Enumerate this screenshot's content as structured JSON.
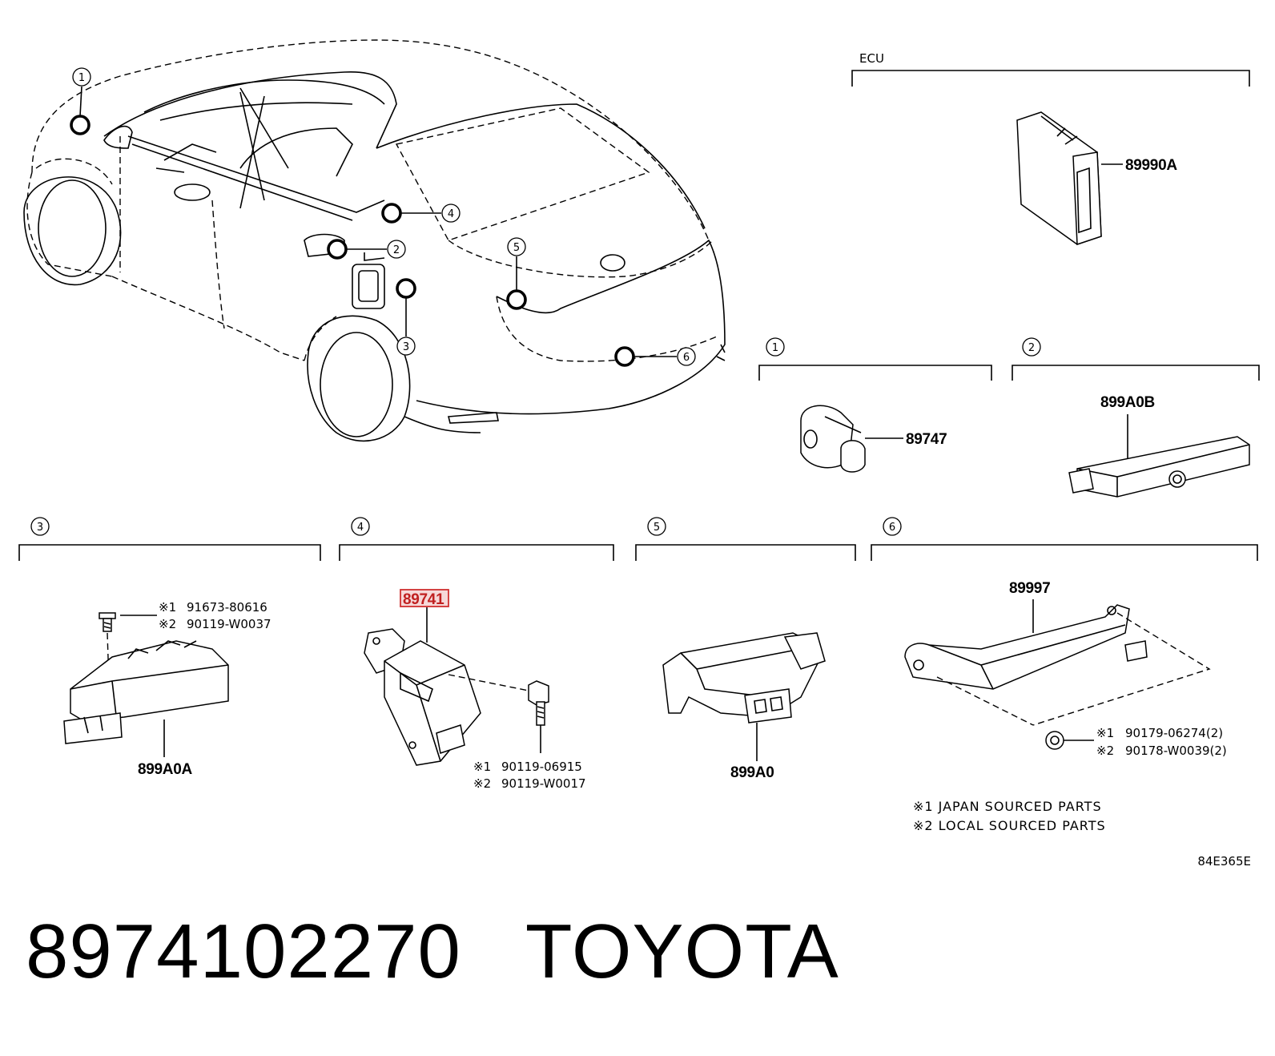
{
  "diagram": {
    "ecu_label": "ECU",
    "diagram_code": "84E365E",
    "callouts": [
      "1",
      "2",
      "3",
      "4",
      "5",
      "6"
    ],
    "sections": [
      {
        "id": "1",
        "part": "89747"
      },
      {
        "id": "2",
        "part": "899A0B"
      },
      {
        "id": "3",
        "part": "899A0A",
        "fastener_1": "91673-80616",
        "fastener_2": "90119-W0037"
      },
      {
        "id": "4",
        "part": "89741",
        "fastener_1": "90119-06915",
        "fastener_2": "90119-W0017"
      },
      {
        "id": "5",
        "part": "899A0"
      },
      {
        "id": "6",
        "part": "89997",
        "fastener_1": "90179-06274(2)",
        "fastener_2": "90178-W0039(2)"
      }
    ],
    "ecu_part": "89990A",
    "mark_1": "※1",
    "mark_2": "※2",
    "legend": [
      "※1 JAPAN SOURCED PARTS",
      "※2 LOCAL SOURCED PARTS"
    ]
  },
  "footer": {
    "part_number": "8974102270",
    "brand": "TOYOTA"
  }
}
